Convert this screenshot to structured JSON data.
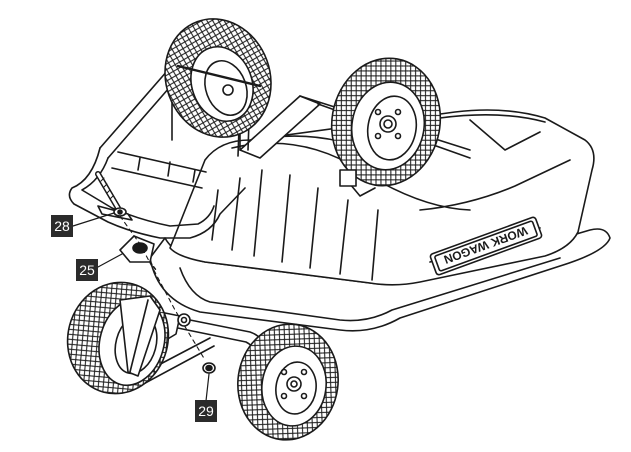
{
  "diagram": {
    "callouts": [
      {
        "id": "28",
        "label": "28",
        "part": "bolt"
      },
      {
        "id": "25",
        "label": "25",
        "part": "pad"
      },
      {
        "id": "29",
        "label": "29",
        "part": "nut"
      }
    ],
    "wagon_label": "WORK WAGON",
    "colors": {
      "line": "#1a1a1a",
      "callout_bg": "#2b2b2b",
      "callout_text": "#ffffff"
    }
  }
}
